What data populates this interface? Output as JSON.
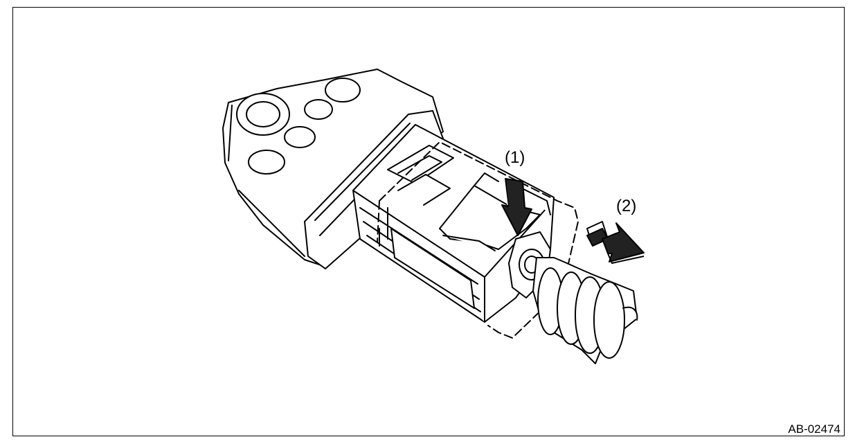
{
  "figure": {
    "callout_1": "(1)",
    "callout_2": "(2)",
    "figure_id": "AB-02474"
  },
  "icons": {
    "press_arrow": "down-arrow-icon",
    "pull_arrow": "right-arrow-icon"
  },
  "colors": {
    "line": "#000000",
    "background": "#ffffff"
  }
}
